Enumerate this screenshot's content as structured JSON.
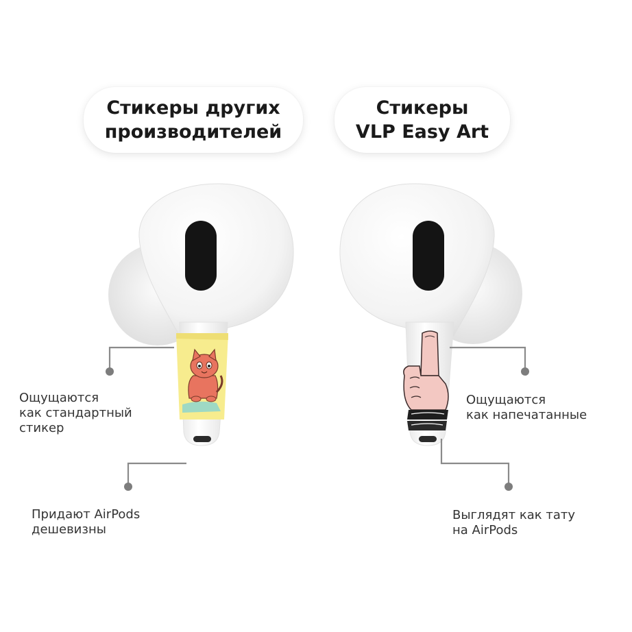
{
  "labels": {
    "left": {
      "line1": "Стикеры других",
      "line2": "производителей"
    },
    "right": {
      "line1": "Стикеры",
      "line2": "VLP Easy Art"
    }
  },
  "captions": {
    "left_feel": {
      "line1": "Ощущаются",
      "line2": "как стандартный",
      "line3": "стикер"
    },
    "left_look": {
      "line1": "Придают AirPods",
      "line2": "дешевизны"
    },
    "right_feel": {
      "line1": "Ощущаются",
      "line2": "как напечатанные"
    },
    "right_look": {
      "line1": "Выглядят как тату",
      "line2": "на AirPods"
    }
  },
  "colors": {
    "earbud": "#f4f4f4",
    "sensor": "#141414",
    "callout_line": "#8a8a8a",
    "cheap_sticker_bg": "#f7ec8e",
    "cat": "#e8745f"
  }
}
